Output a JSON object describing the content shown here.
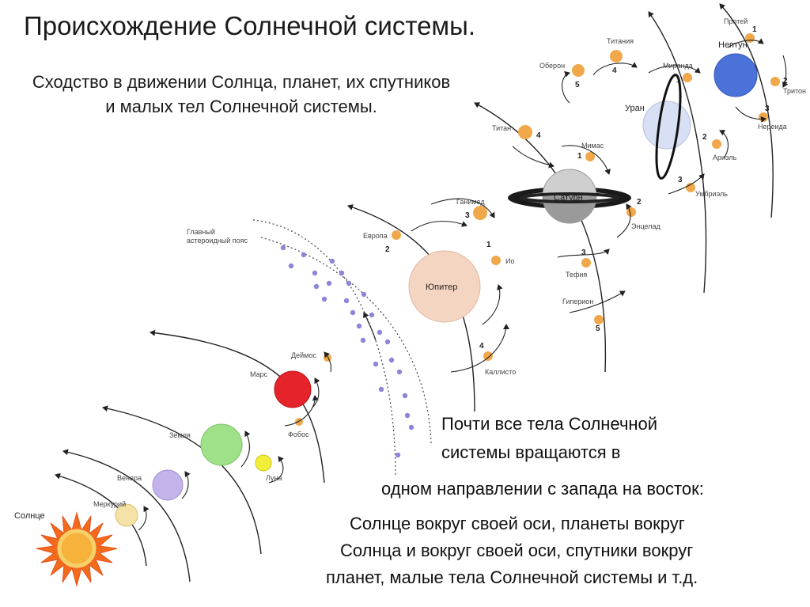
{
  "title": "Происхождение Солнечной системы.",
  "subtitle": "Сходство в движении Солнца, планет, их спутников и малых тел Солнечной системы.",
  "captions": {
    "line1": "Почти все тела Солнечной",
    "line2": "системы  вращаются в",
    "line3": "одном направлении с запада на восток:",
    "line4": "Солнце вокруг своей оси, планеты вокруг",
    "line5": "Солнца и вокруг своей оси, спутники вокруг",
    "line6": "планет, малые тела Солнечной системы и т.д."
  },
  "diagram": {
    "sun": {
      "label": "Солнце",
      "color": "#f26b1d"
    },
    "asteroid_belt": {
      "label_line1": "Главный",
      "label_line2": "астероидный пояс",
      "color": "#8c86d8"
    },
    "planets": [
      {
        "key": "mercury",
        "label": "Меркурий",
        "color": "#f4e2a6"
      },
      {
        "key": "venus",
        "label": "Венера",
        "color": "#c3b3ea"
      },
      {
        "key": "earth",
        "label": "Земля",
        "color": "#9fe189"
      },
      {
        "key": "mars",
        "label": "Марс",
        "color": "#e5232a"
      },
      {
        "key": "jupiter",
        "label": "Юпитер",
        "color": "#f4d5c2"
      },
      {
        "key": "saturn",
        "label": "Сатурн",
        "color": "#cfcfcf"
      },
      {
        "key": "uranus",
        "label": "Уран",
        "color": "#d8e0f5"
      },
      {
        "key": "neptune",
        "label": "Нептун",
        "color": "#4a72d8"
      }
    ],
    "moons": [
      {
        "key": "moon",
        "label": "Луна",
        "num": "",
        "color": "#f2ef3a"
      },
      {
        "key": "deimos",
        "label": "Деймос",
        "num": "",
        "color": "#f0a84a"
      },
      {
        "key": "phobos",
        "label": "Фобос",
        "num": "",
        "color": "#f0a84a"
      },
      {
        "key": "ganymede",
        "label": "Ганимед",
        "num": "3",
        "color": "#f0a84a"
      },
      {
        "key": "europa",
        "label": "Европа",
        "num": "2",
        "color": "#f0a84a"
      },
      {
        "key": "io",
        "label": "Ио",
        "num": "1",
        "color": "#f0a84a"
      },
      {
        "key": "callisto",
        "label": "Каллисто",
        "num": "4",
        "color": "#f0a84a"
      },
      {
        "key": "titan",
        "label": "Титан",
        "num": "4",
        "color": "#f0a84a"
      },
      {
        "key": "mimas",
        "label": "Мимас",
        "num": "1",
        "color": "#f0a84a"
      },
      {
        "key": "enceladus",
        "label": "Энцелад",
        "num": "2",
        "color": "#f0a84a"
      },
      {
        "key": "tethys",
        "label": "Тефия",
        "num": "3",
        "color": "#f0a84a"
      },
      {
        "key": "hyperion",
        "label": "Гиперион",
        "num": "5",
        "color": "#f0a84a"
      },
      {
        "key": "oberon",
        "label": "Оберон",
        "num": "5",
        "color": "#f0a84a"
      },
      {
        "key": "titania",
        "label": "Титания",
        "num": "4",
        "color": "#f0a84a"
      },
      {
        "key": "miranda",
        "label": "Миранда",
        "num": "1",
        "color": "#f0a84a"
      },
      {
        "key": "ariel",
        "label": "Ариэль",
        "num": "2",
        "color": "#f0a84a"
      },
      {
        "key": "umbriel",
        "label": "Умбриэль",
        "num": "3",
        "color": "#f0a84a"
      },
      {
        "key": "proteus",
        "label": "Протей",
        "num": "1",
        "color": "#f0a84a"
      },
      {
        "key": "triton",
        "label": "Тритон",
        "num": "2",
        "color": "#f0a84a"
      },
      {
        "key": "nereid",
        "label": "Нереида",
        "num": "3",
        "color": "#f0a84a"
      }
    ]
  }
}
